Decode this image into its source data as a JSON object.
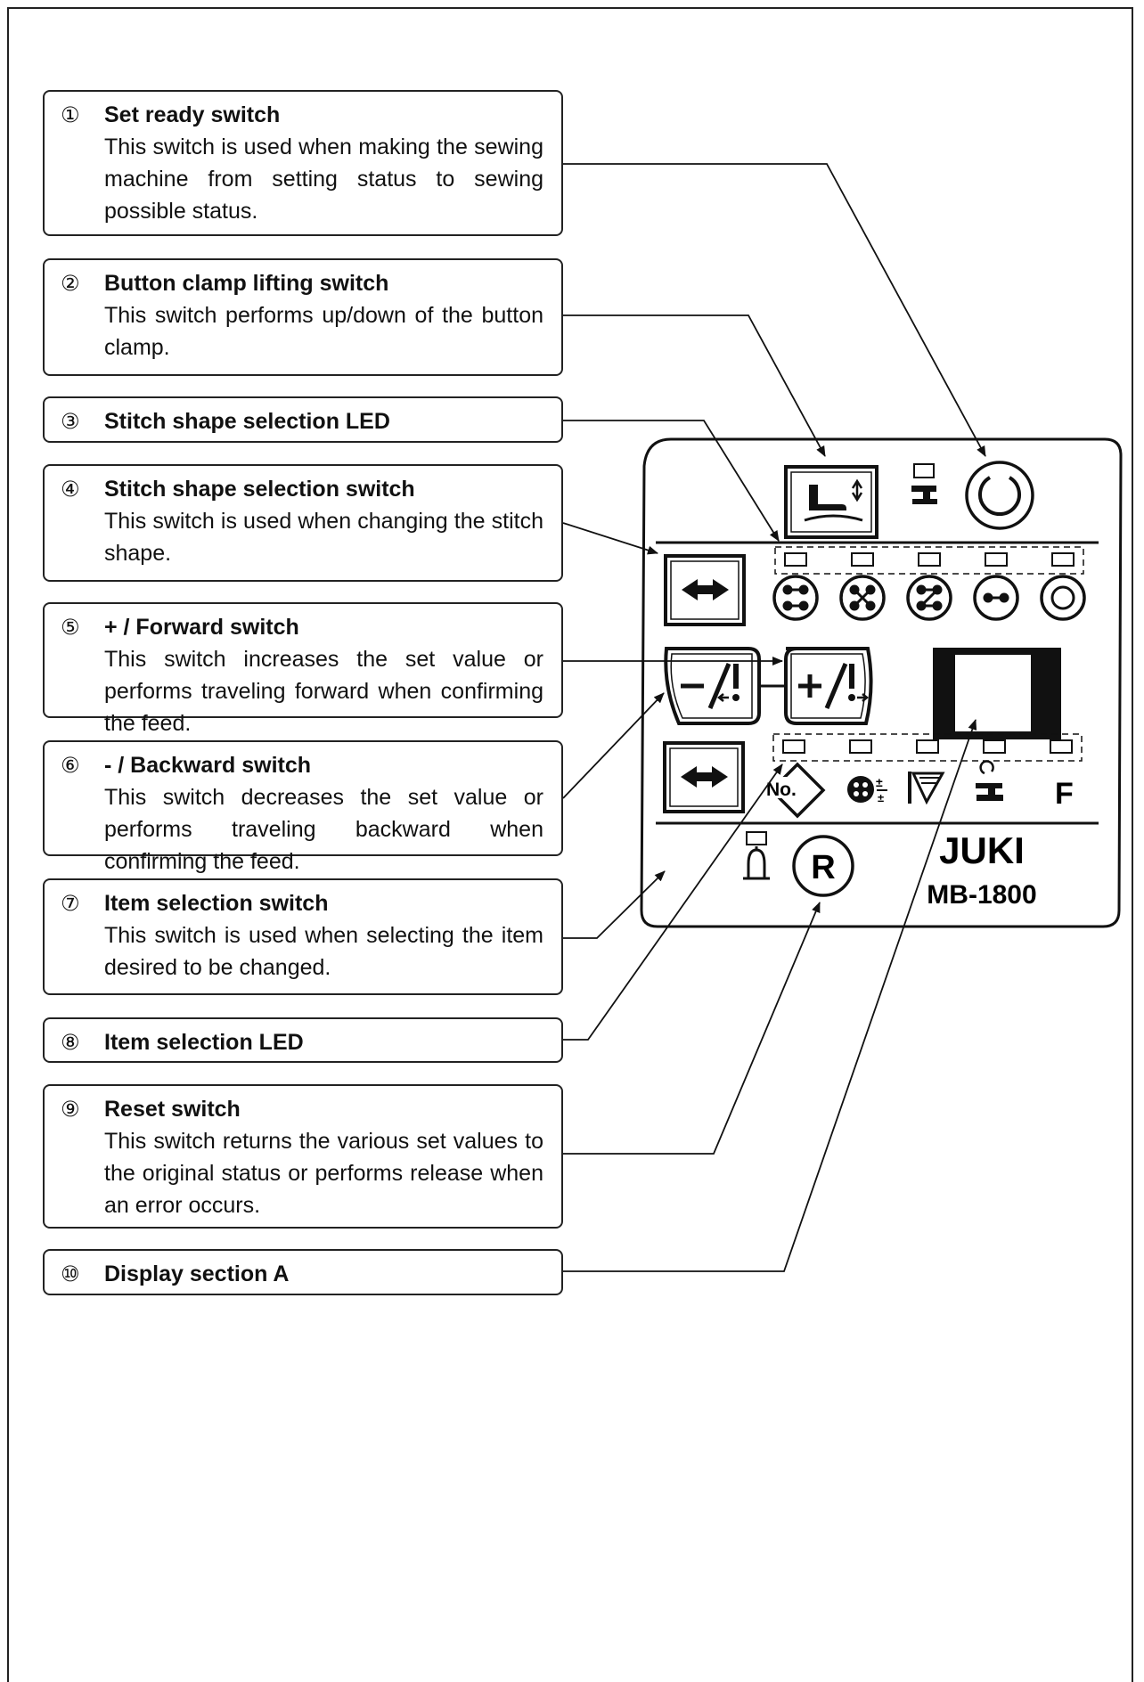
{
  "callouts": [
    {
      "num": "①",
      "title": "Set ready switch",
      "desc": "This switch is used when making the sewing machine from setting status to sewing possible status."
    },
    {
      "num": "②",
      "title": "Button clamp lifting switch",
      "desc": "This switch performs up/down of the button clamp."
    },
    {
      "num": "③",
      "title": "Stitch shape selection LED",
      "desc": ""
    },
    {
      "num": "④",
      "title": "Stitch shape selection switch",
      "desc": "This switch is used when changing the stitch shape."
    },
    {
      "num": "⑤",
      "title": "+ / Forward switch",
      "desc": "This switch increases the set value or performs traveling forward when confirming the feed."
    },
    {
      "num": "⑥",
      "title": "- / Backward switch",
      "desc": "This switch decreases the set value or performs traveling backward when confirming the feed."
    },
    {
      "num": "⑦",
      "title": "Item selection switch",
      "desc": "This switch is used when selecting the item desired to be changed."
    },
    {
      "num": "⑧",
      "title": "Item selection LED",
      "desc": ""
    },
    {
      "num": "⑨",
      "title": "Reset switch",
      "desc": "This switch returns the various set values to the original status or performs release when an error occurs."
    },
    {
      "num": "⑩",
      "title": "Display section A",
      "desc": ""
    }
  ],
  "panel": {
    "brand": "JUKI",
    "model": "MB-1800",
    "reset_letter": "R",
    "item_no_label": "No.",
    "function_letter": "F"
  }
}
